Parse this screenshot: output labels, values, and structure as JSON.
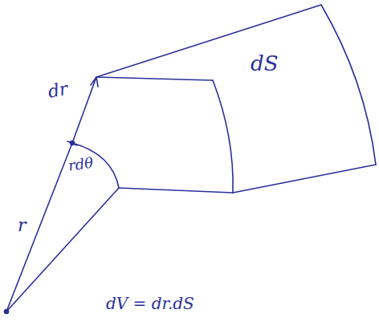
{
  "diagram": {
    "labels": [
      "dr",
      "dS",
      "rdθ",
      "r",
      "dV = dr.dS"
    ]
  }
}
